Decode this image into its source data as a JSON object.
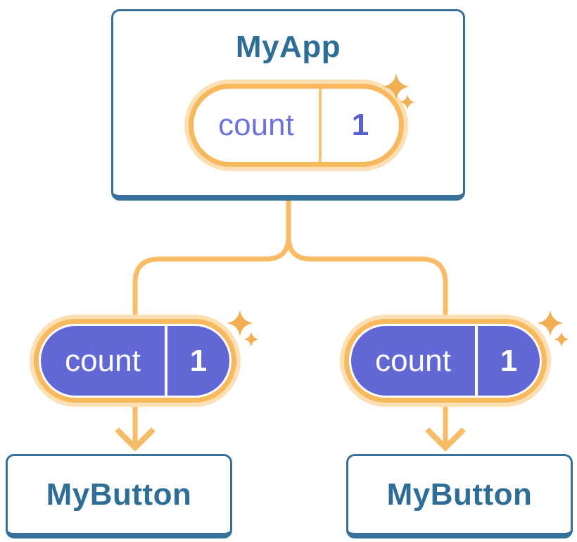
{
  "tree": {
    "root": {
      "label": "MyApp",
      "state": {
        "name": "count",
        "value": "1"
      }
    },
    "children": [
      {
        "label": "MyButton",
        "state": {
          "name": "count",
          "value": "1"
        }
      },
      {
        "label": "MyButton",
        "state": {
          "name": "count",
          "value": "1"
        }
      }
    ]
  },
  "colors": {
    "card_border_blue": "#35719B",
    "card_text_blue": "#2E6D96",
    "wire_orange": "#F9BC66",
    "pill_ring_orange": "#F8B95E",
    "pill_glow_peach": "#FCDFB2",
    "pill_fill_purple": "#6168D6",
    "pill_name_purple": "#6B72E0",
    "pill_value_purple": "#585FD3",
    "pill_divider_light": "#FAC26D",
    "sparkle_gold": "#F2AE53"
  },
  "icons": {
    "sparkle": "sparkle-icon",
    "arrow": "arrow-down-icon"
  }
}
